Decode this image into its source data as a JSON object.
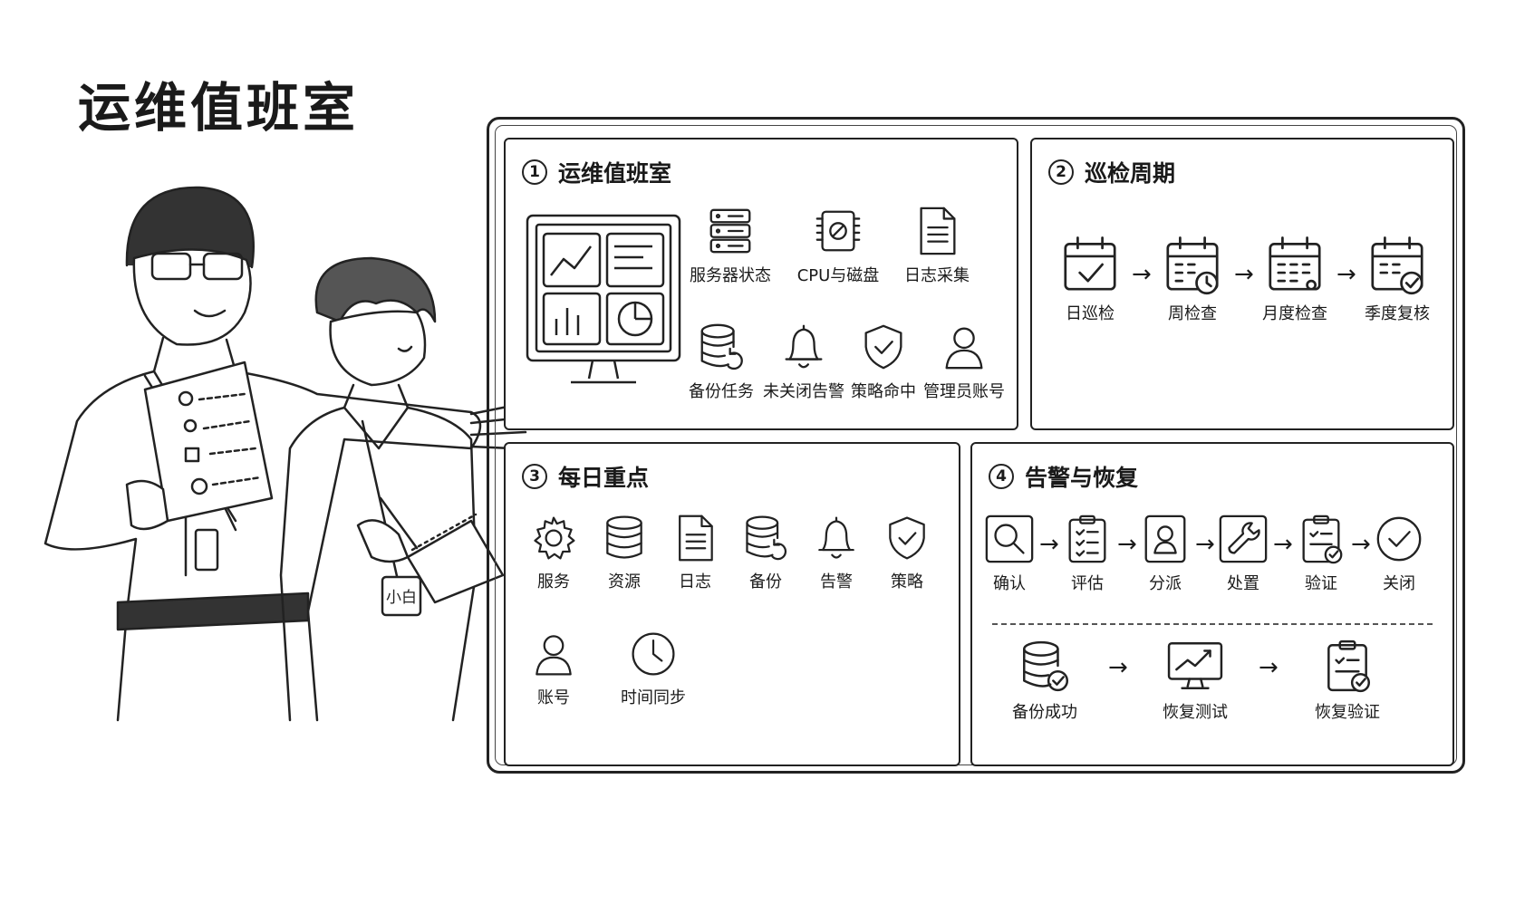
{
  "title": "运维值班室",
  "badge": "小白",
  "panel1": {
    "num": "1",
    "title": "运维值班室",
    "items": [
      {
        "label": "服务器状态",
        "icon": "server-icon"
      },
      {
        "label": "CPU与磁盘",
        "icon": "cpu-icon"
      },
      {
        "label": "日志采集",
        "icon": "document-icon"
      },
      {
        "label": "备份任务",
        "icon": "database-sync-icon"
      },
      {
        "label": "未关闭告警",
        "icon": "bell-icon"
      },
      {
        "label": "策略命中",
        "icon": "shield-check-icon"
      },
      {
        "label": "管理员账号",
        "icon": "user-icon"
      }
    ]
  },
  "panel2": {
    "num": "2",
    "title": "巡检周期",
    "items": [
      {
        "label": "日巡检",
        "icon": "calendar-check-icon"
      },
      {
        "label": "周检查",
        "icon": "calendar-clock-icon"
      },
      {
        "label": "月度检查",
        "icon": "calendar-icon"
      },
      {
        "label": "季度复核",
        "icon": "calendar-check-badge-icon"
      }
    ]
  },
  "panel3": {
    "num": "3",
    "title": "每日重点",
    "items": [
      {
        "label": "服务",
        "icon": "gear-icon"
      },
      {
        "label": "资源",
        "icon": "database-icon"
      },
      {
        "label": "日志",
        "icon": "document-icon"
      },
      {
        "label": "备份",
        "icon": "database-sync-icon"
      },
      {
        "label": "告警",
        "icon": "bell-icon"
      },
      {
        "label": "策略",
        "icon": "shield-check-icon"
      },
      {
        "label": "账号",
        "icon": "user-icon"
      },
      {
        "label": "时间同步",
        "icon": "clock-icon"
      }
    ]
  },
  "panel4": {
    "num": "4",
    "title": "告警与恢复",
    "steps": [
      {
        "label": "确认",
        "icon": "search-icon"
      },
      {
        "label": "评估",
        "icon": "clipboard-list-icon"
      },
      {
        "label": "分派",
        "icon": "user-card-icon"
      },
      {
        "label": "处置",
        "icon": "wrench-icon"
      },
      {
        "label": "验证",
        "icon": "clipboard-check-icon"
      },
      {
        "label": "关闭",
        "icon": "check-circle-icon"
      }
    ],
    "recovery": [
      {
        "label": "备份成功",
        "icon": "database-check-icon"
      },
      {
        "label": "恢复测试",
        "icon": "monitor-chart-icon"
      },
      {
        "label": "恢复验证",
        "icon": "clipboard-check-icon"
      }
    ]
  }
}
